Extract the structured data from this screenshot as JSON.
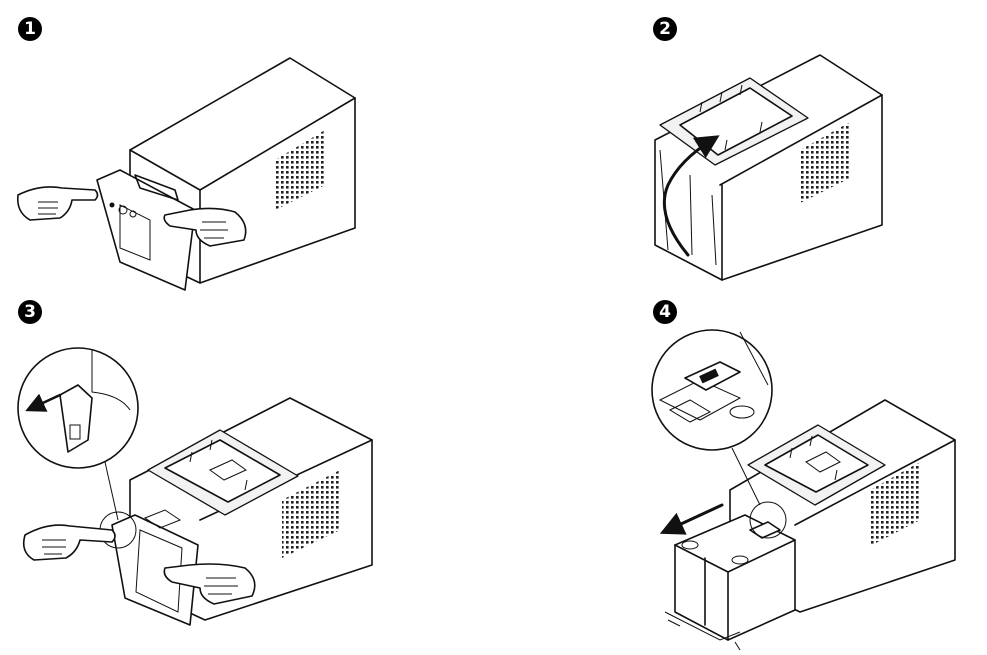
{
  "steps": [
    {
      "number": "1"
    },
    {
      "number": "2"
    },
    {
      "number": "3"
    },
    {
      "number": "4"
    }
  ],
  "colors": {
    "line": "#111111",
    "background": "#ffffff",
    "badge": "#000000"
  },
  "icons": [
    "hand-icon",
    "arrow-icon",
    "vent-grille-icon",
    "magnifier-callout-icon"
  ]
}
